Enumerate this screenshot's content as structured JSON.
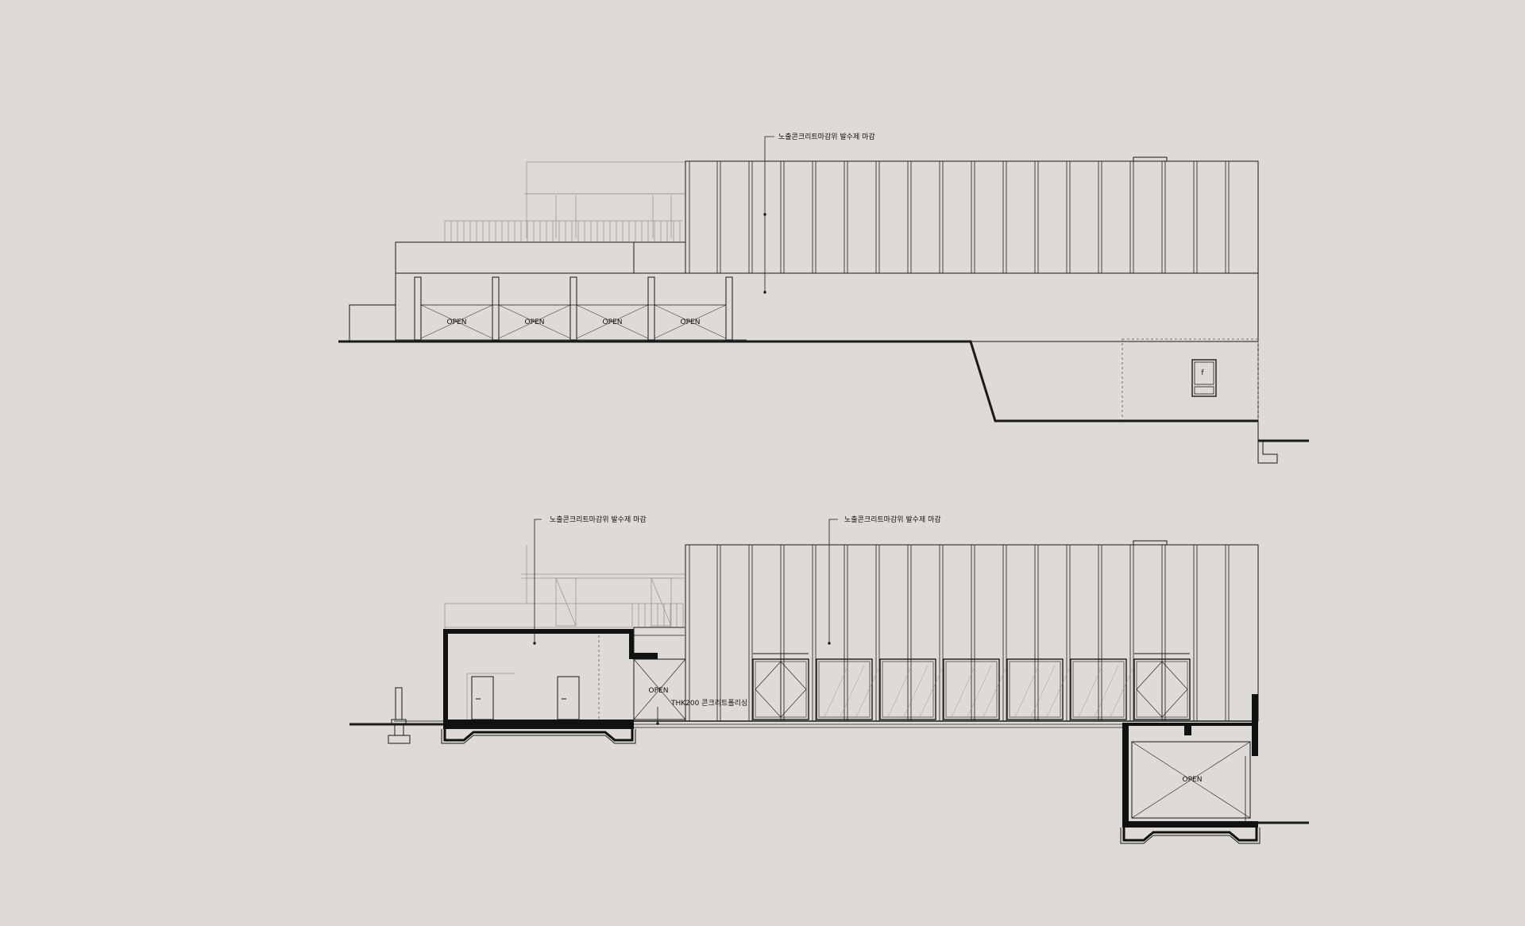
{
  "colors": {
    "background": "#dedad5",
    "line": "#1a1a1a",
    "faint": "#8a8784",
    "fill": "#d8d4cf"
  },
  "elevation_top": {
    "annotation": "노출콘크리트마감위 발수제 마감",
    "openings": [
      "OPEN",
      "OPEN",
      "OPEN",
      "OPEN"
    ],
    "window_mark": "f"
  },
  "section_bottom": {
    "annotation_left": "노출콘크리트마감위 발수제 마감",
    "annotation_right": "노출콘크리트마감위 발수제 마감",
    "floor_note": "THK200 콘크리트폴리싱",
    "open_center": "OPEN",
    "open_basement": "OPEN"
  }
}
